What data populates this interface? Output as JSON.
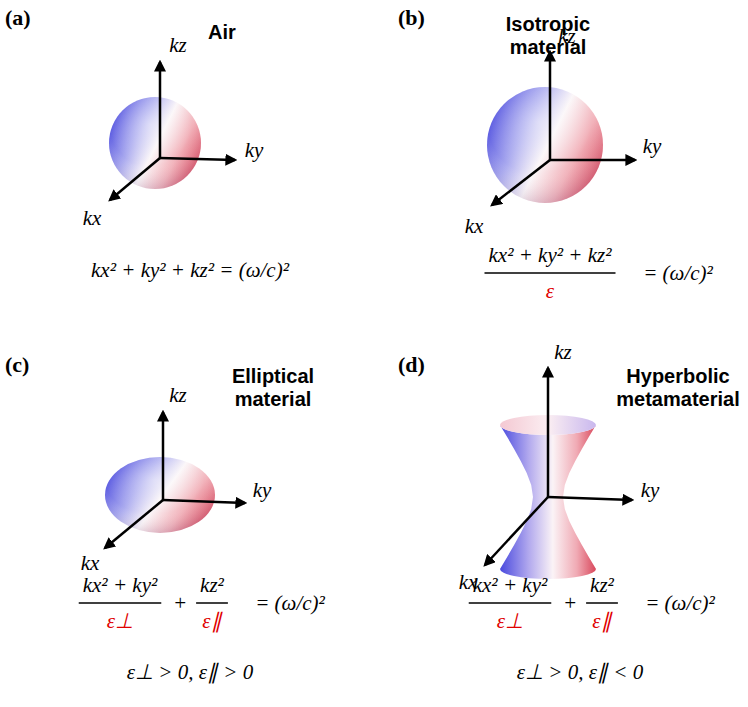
{
  "diagram": {
    "labels": [
      "(a)",
      "Air",
      "kz",
      "ky",
      "kx",
      "kx² + ky² + kz² = (ω/c)²",
      "(b)",
      "Isotropic material",
      "kz",
      "ky",
      "kx",
      "kx² + ky² + kz²",
      "ε",
      "= (ω/c)²",
      "(c)",
      "Elliptical material",
      "kz",
      "ky",
      "kx",
      "kx² + ky²",
      "ε⊥",
      "+",
      "kz²",
      "ε∥",
      "= (ω/c)²",
      "ε⊥ > 0, ε∥ > 0",
      "(d)",
      "Hyperbolic metamaterial",
      "kz",
      "ky",
      "kx",
      "kx² + ky²",
      "ε⊥",
      "+",
      "kz²",
      "ε∥",
      "= (ω/c)²",
      "ε⊥ > 0, ε∥ < 0"
    ]
  }
}
